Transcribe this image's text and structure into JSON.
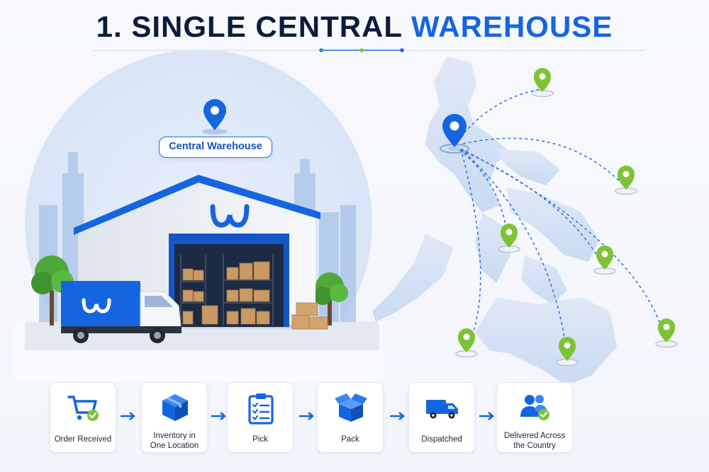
{
  "title": {
    "prefix": "1. SINGLE CENTRAL ",
    "highlight": "WAREHOUSE"
  },
  "warehouse_label": "Central Warehouse",
  "colors": {
    "accent_blue": "#1565e0",
    "dark_navy": "#0d1b3d",
    "destination_green": "#7cc436",
    "route_blue": "#2a6fe3"
  },
  "steps": [
    {
      "label_1": "Order Received",
      "label_2": "",
      "icon": "cart-check-icon"
    },
    {
      "label_1": "Inventory in",
      "label_2": "One Location",
      "icon": "box-icon"
    },
    {
      "label_1": "Pick",
      "label_2": "",
      "icon": "clipboard-checklist-icon"
    },
    {
      "label_1": "Pack",
      "label_2": "",
      "icon": "open-box-icon"
    },
    {
      "label_1": "Dispatched",
      "label_2": "",
      "icon": "delivery-truck-icon"
    },
    {
      "label_1": "Delivered Across",
      "label_2": "the Country",
      "icon": "customers-check-icon"
    }
  ]
}
